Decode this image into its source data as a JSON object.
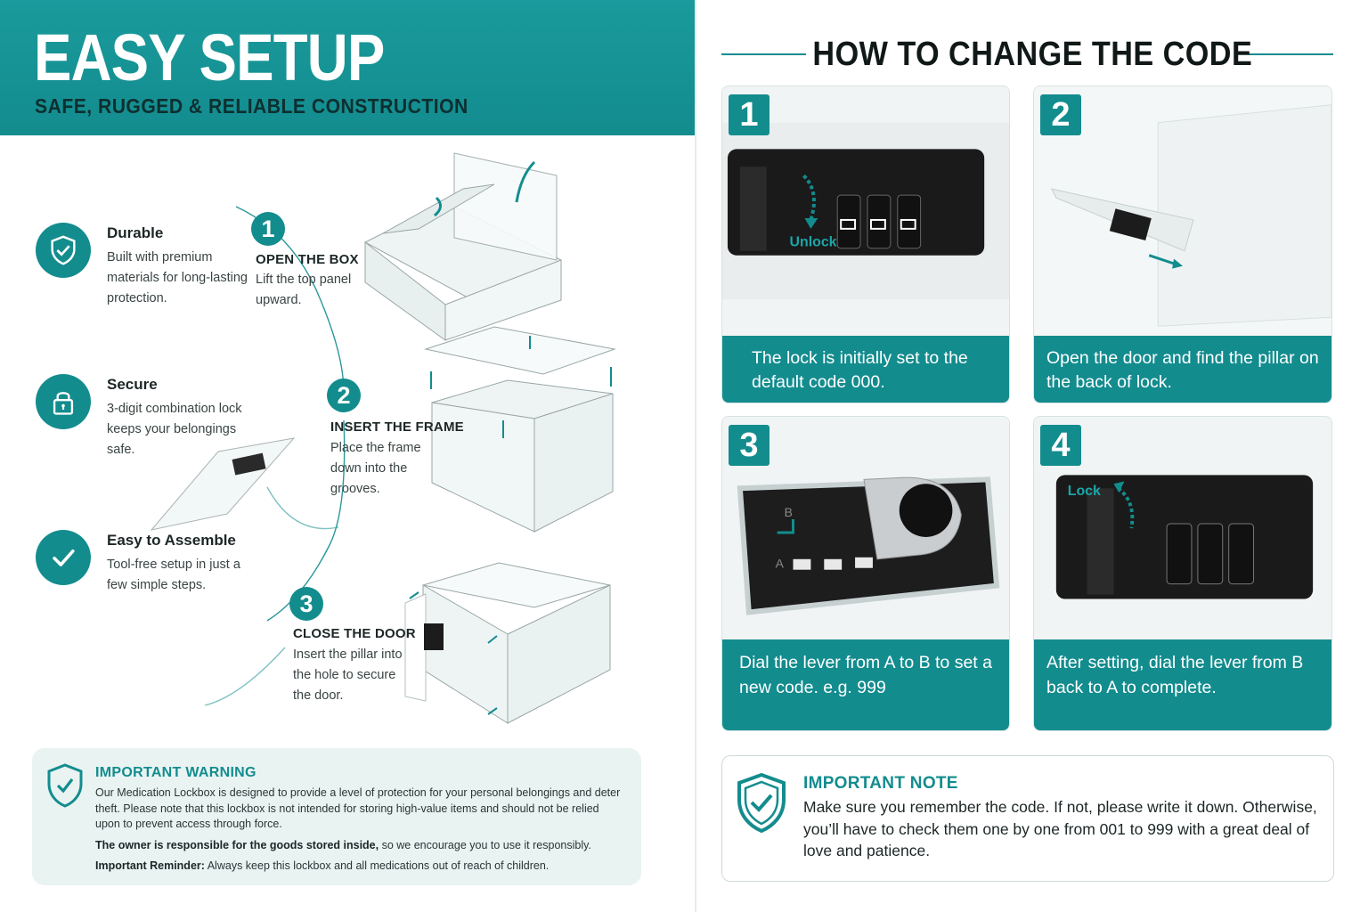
{
  "left": {
    "title": "EASY SETUP",
    "subtitle": "SAFE, RUGGED & RELIABLE CONSTRUCTION",
    "features": [
      {
        "icon": "shield-check-icon",
        "title": "Durable",
        "desc": "Built with premium materials for long-lasting protection."
      },
      {
        "icon": "padlock-icon",
        "title": "Secure",
        "desc": "3-digit combination lock keeps your belongings safe."
      },
      {
        "icon": "checkmark-icon",
        "title": "Easy to Assemble",
        "desc": "Tool-free setup in just a few simple steps."
      }
    ],
    "steps": [
      {
        "num": "1",
        "title": "OPEN THE BOX",
        "desc": "Lift the top panel upward."
      },
      {
        "num": "2",
        "title": "INSERT THE FRAME",
        "desc": "Place the frame down into the grooves."
      },
      {
        "num": "3",
        "title": "CLOSE THE DOOR",
        "desc": "Insert the pillar into the hole to secure the door."
      }
    ],
    "warning": {
      "title": "IMPORTANT WARNING",
      "body": "Our Medication Lockbox is designed to provide a level of protection for your personal belongings and deter theft. Please note that this lockbox is not intended for storing high-value items and should not be relied upon to prevent access through force.",
      "line2_bold": "The owner is responsible for the goods stored inside,",
      "line2_rest": " so we encourage you to use it responsibly.",
      "line3_bold": "Important Reminder:",
      "line3_rest": " Always keep this lockbox and all medications out of reach of children."
    }
  },
  "right": {
    "title": "HOW TO CHANGE THE CODE",
    "cards": [
      {
        "num": "1",
        "caption": "The lock is initially set to the default code 000.",
        "overlay": "Unlock"
      },
      {
        "num": "2",
        "caption": "Open the door and find the pillar on the back of lock."
      },
      {
        "num": "3",
        "caption": "Dial the lever from A to B to set a new code. e.g. 999",
        "label_a": "A",
        "label_b": "B"
      },
      {
        "num": "4",
        "caption": "After setting, dial the lever from B back to A to complete.",
        "overlay": "Lock"
      }
    ],
    "note": {
      "title": "IMPORTANT NOTE",
      "body": "Make sure you remember the code. If not, please write it down. Otherwise, you’ll have to check them one by one from 001 to 999 with a great deal of love and patience."
    }
  },
  "colors": {
    "accent": "#138c8e",
    "accent_light": "#e8f3f2",
    "dark": "#1c2626"
  }
}
